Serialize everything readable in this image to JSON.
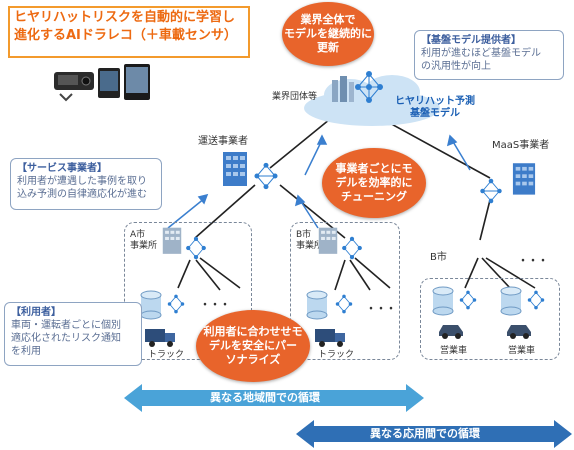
{
  "title": "ヒヤリハットリスクを自動的に学習し\n進化するAIドラレコ（＋車載センサ）",
  "bubbles": {
    "top": "業界全体で\nモデルを継続的に\n更新",
    "middle": "事業者ごとにモ\nデルを効率的に\nチューニング",
    "bottom": "利用者に合わせせモ\nデルを安全にパー\nソナライズ"
  },
  "callouts": {
    "platform": {
      "heading": "【基盤モデル提供者】",
      "body": "利用が進むほど基盤モデル\nの汎用性が向上"
    },
    "service": {
      "heading": "【サービス事業者】",
      "body": "利用者が遭遇した事例を取り\n込み予測の自律適応化が進む"
    },
    "user": {
      "heading": "【利用者】",
      "body": "車両・運転者ごとに個別\n適応化されたリスク通知\nを利用"
    }
  },
  "nodes": {
    "industry_group": "業界団体等",
    "base_model": "ヒヤリハット予測\n基盤モデル",
    "transport": "運送事業者",
    "maas": "MaaS事業者",
    "city_a": "A市\n事業所",
    "city_b_office": "B市\n事業所",
    "city_b": "B市",
    "truck1": "トラック",
    "truck2": "トラック",
    "car1": "営業車",
    "car2": "営業車",
    "dots": "・・・"
  },
  "arrows": {
    "region": "異なる地域間での循環",
    "application": "異なる応用間での循環"
  },
  "colors": {
    "orange": "#e8642b",
    "title_border": "#f39a2c",
    "band_light": "#4aa3d8",
    "band_dark": "#2f6fb5",
    "node_blue": "#2f7fd1"
  }
}
